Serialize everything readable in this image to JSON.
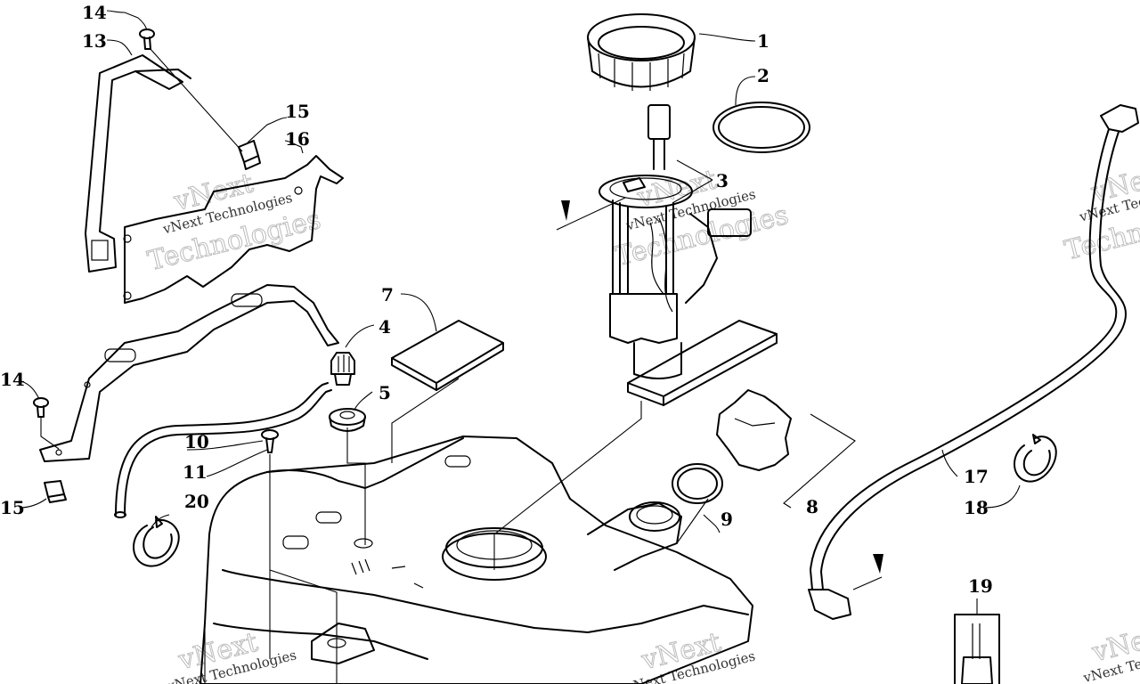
{
  "watermark": {
    "line1": "vNext Technologies",
    "line2": "Technologies",
    "line3": "vNext"
  },
  "callouts": [
    {
      "id": "c1",
      "text": "1"
    },
    {
      "id": "c2",
      "text": "2"
    },
    {
      "id": "c3",
      "text": "3"
    },
    {
      "id": "c4",
      "text": "4"
    },
    {
      "id": "c5",
      "text": "5"
    },
    {
      "id": "c7",
      "text": "7"
    },
    {
      "id": "c8",
      "text": "8"
    },
    {
      "id": "c9",
      "text": "9"
    },
    {
      "id": "c10",
      "text": "10"
    },
    {
      "id": "c11",
      "text": "11"
    },
    {
      "id": "c13",
      "text": "13"
    },
    {
      "id": "c14a",
      "text": "14"
    },
    {
      "id": "c14b",
      "text": "14"
    },
    {
      "id": "c15a",
      "text": "15"
    },
    {
      "id": "c15b",
      "text": "15"
    },
    {
      "id": "c16",
      "text": "16"
    },
    {
      "id": "c17",
      "text": "17"
    },
    {
      "id": "c18",
      "text": "18"
    },
    {
      "id": "c19",
      "text": "19"
    },
    {
      "id": "c20",
      "text": "20"
    }
  ]
}
